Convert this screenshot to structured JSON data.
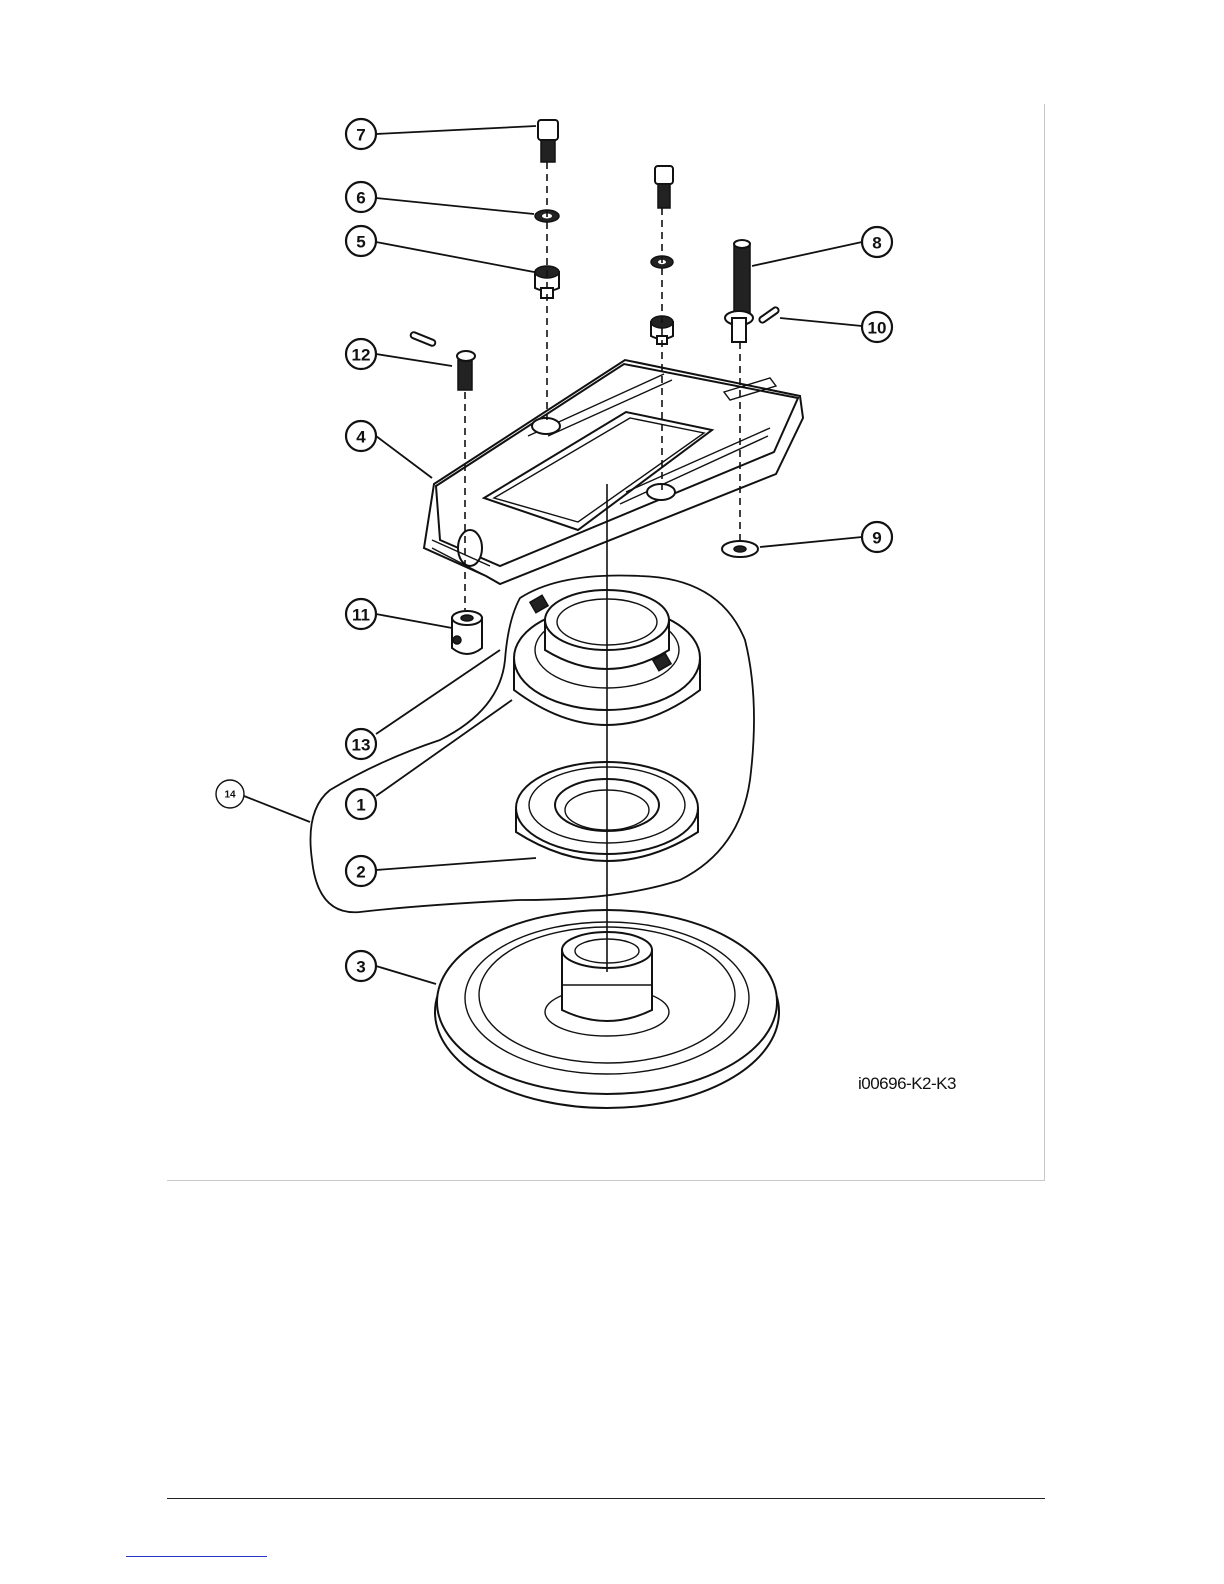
{
  "figure": {
    "id_label": "i00696-K2-K3"
  },
  "callouts": [
    {
      "label": "1"
    },
    {
      "label": "2"
    },
    {
      "label": "3"
    },
    {
      "label": "4"
    },
    {
      "label": "5"
    },
    {
      "label": "6"
    },
    {
      "label": "7"
    },
    {
      "label": "8"
    },
    {
      "label": "9"
    },
    {
      "label": "10"
    },
    {
      "label": "11"
    },
    {
      "label": "12"
    },
    {
      "label": "13"
    },
    {
      "label": "14"
    }
  ],
  "colors": {
    "line": "#111111",
    "frame": "#c8c8c8",
    "footer_link": "#2a35c8"
  }
}
